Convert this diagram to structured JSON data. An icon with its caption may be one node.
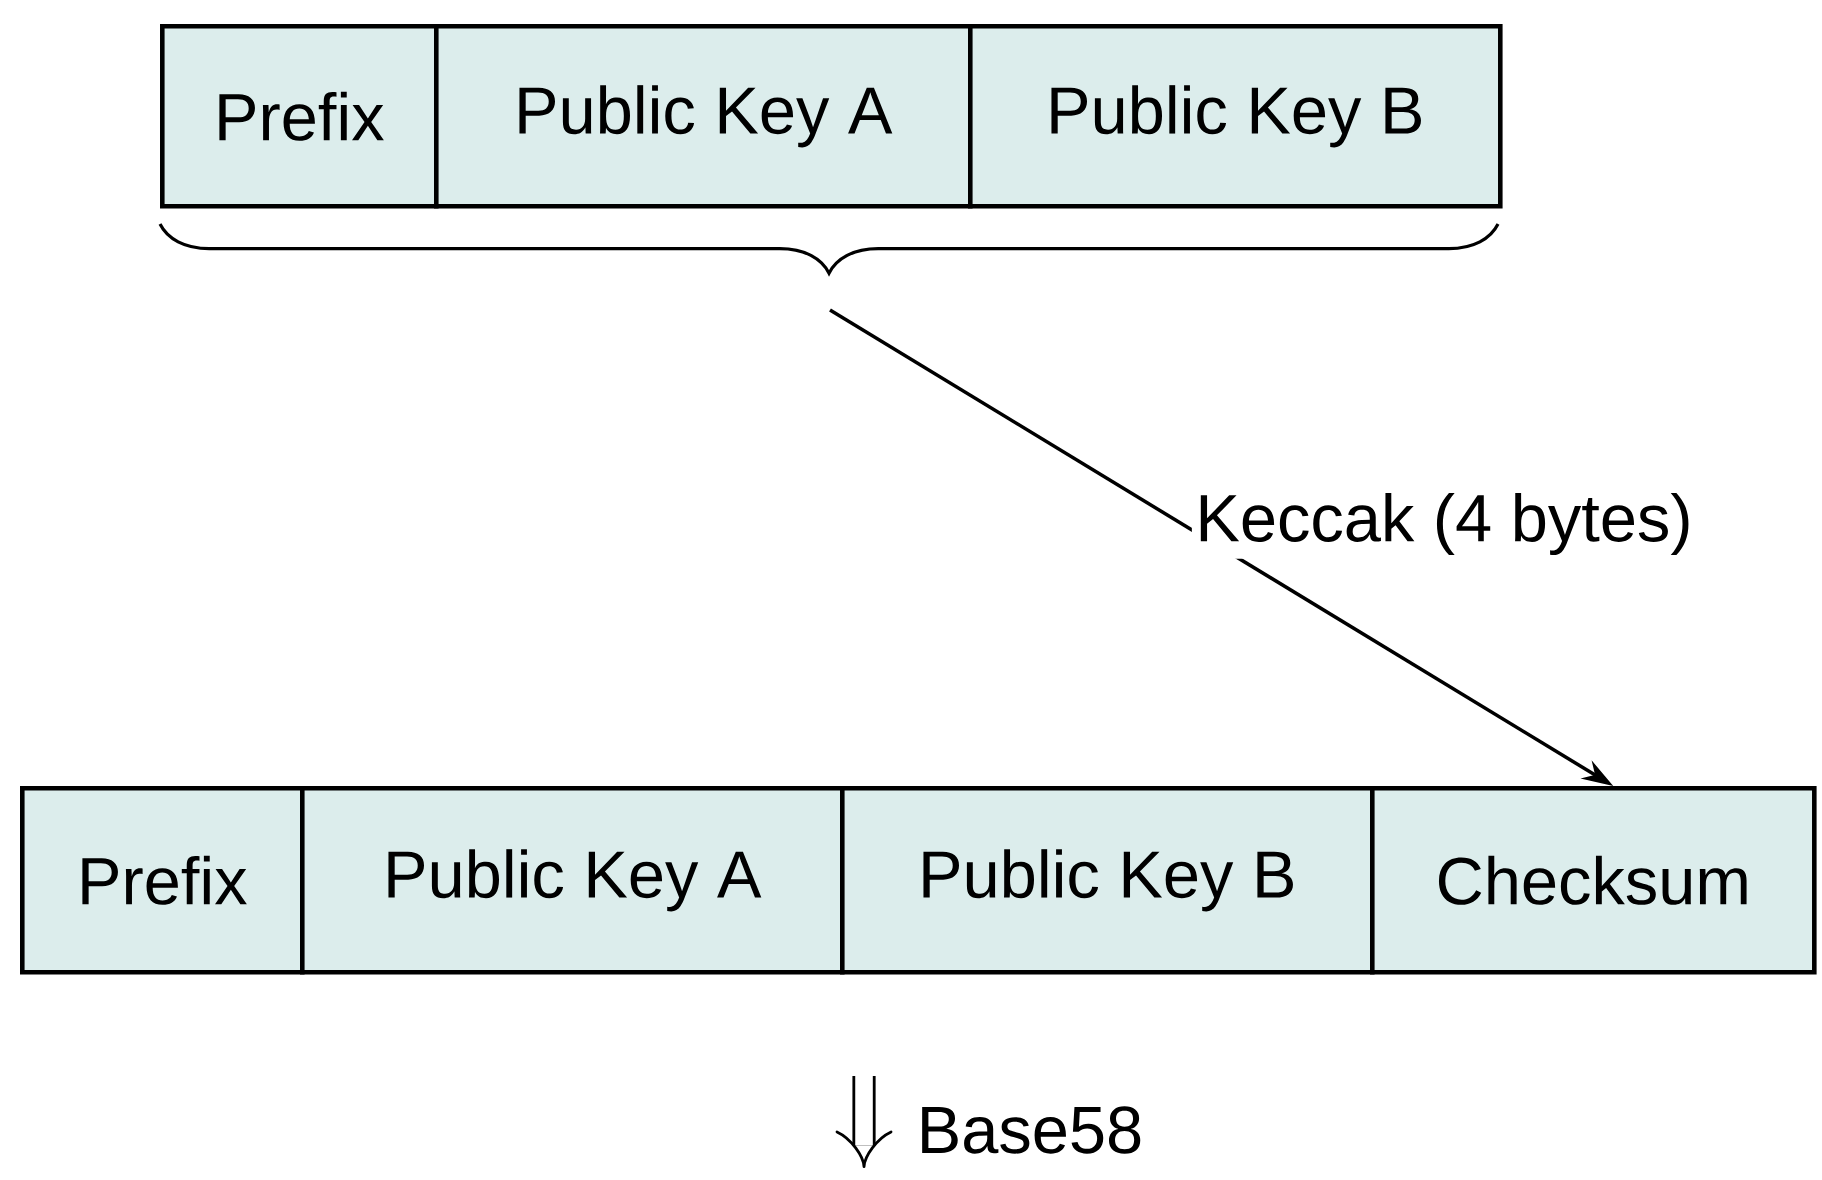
{
  "diagram": {
    "nodes": [
      {
        "text": [
          "Prefix"
        ]
      },
      {
        "text": [
          "Public Key A"
        ]
      },
      {
        "text": [
          "Public Key B"
        ]
      },
      {
        "text": [
          "Prefix"
        ]
      },
      {
        "text": [
          "Public Key A"
        ]
      },
      {
        "text": [
          "Public Key B"
        ]
      },
      {
        "text": [
          "Checksum"
        ]
      }
    ],
    "edges": [
      {
        "from": null,
        "to": 6,
        "arrow": "to",
        "label": "Keccak (4 bytes)"
      }
    ],
    "labels": [
      "Base58"
    ]
  }
}
